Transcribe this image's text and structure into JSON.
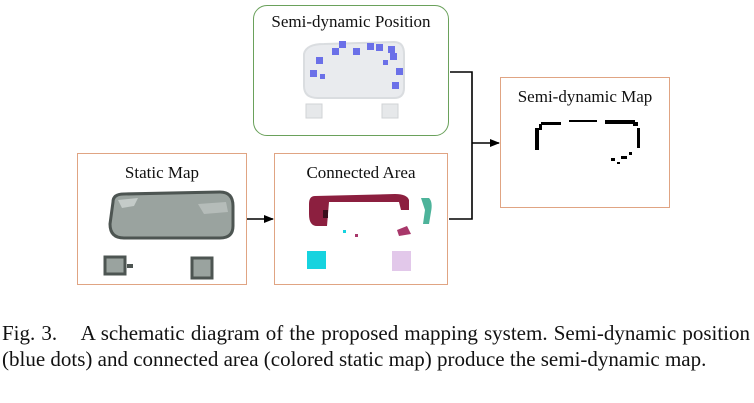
{
  "panels": {
    "semi_dynamic_position": {
      "title": "Semi-dynamic Position"
    },
    "static_map": {
      "title": "Static Map"
    },
    "connected_area": {
      "title": "Connected Area"
    },
    "semi_dynamic_map": {
      "title": "Semi-dynamic Map"
    }
  },
  "caption": {
    "label": "Fig. 3.",
    "text": "A schematic diagram of the proposed mapping system. Semi-dynamic position (blue dots) and connected area (colored static map) produce the semi-dynamic map."
  },
  "colors": {
    "panel_border_orange": "#e0a483",
    "panel_border_green": "#6aa15b",
    "blue_dots": "#6b70e8",
    "connected_maroon": "#8c1f3f",
    "connected_teal": "#4db39a",
    "connected_cyan": "#16d3df",
    "connected_pink": "#e2c8ea",
    "static_gray": "#9aa39f"
  }
}
